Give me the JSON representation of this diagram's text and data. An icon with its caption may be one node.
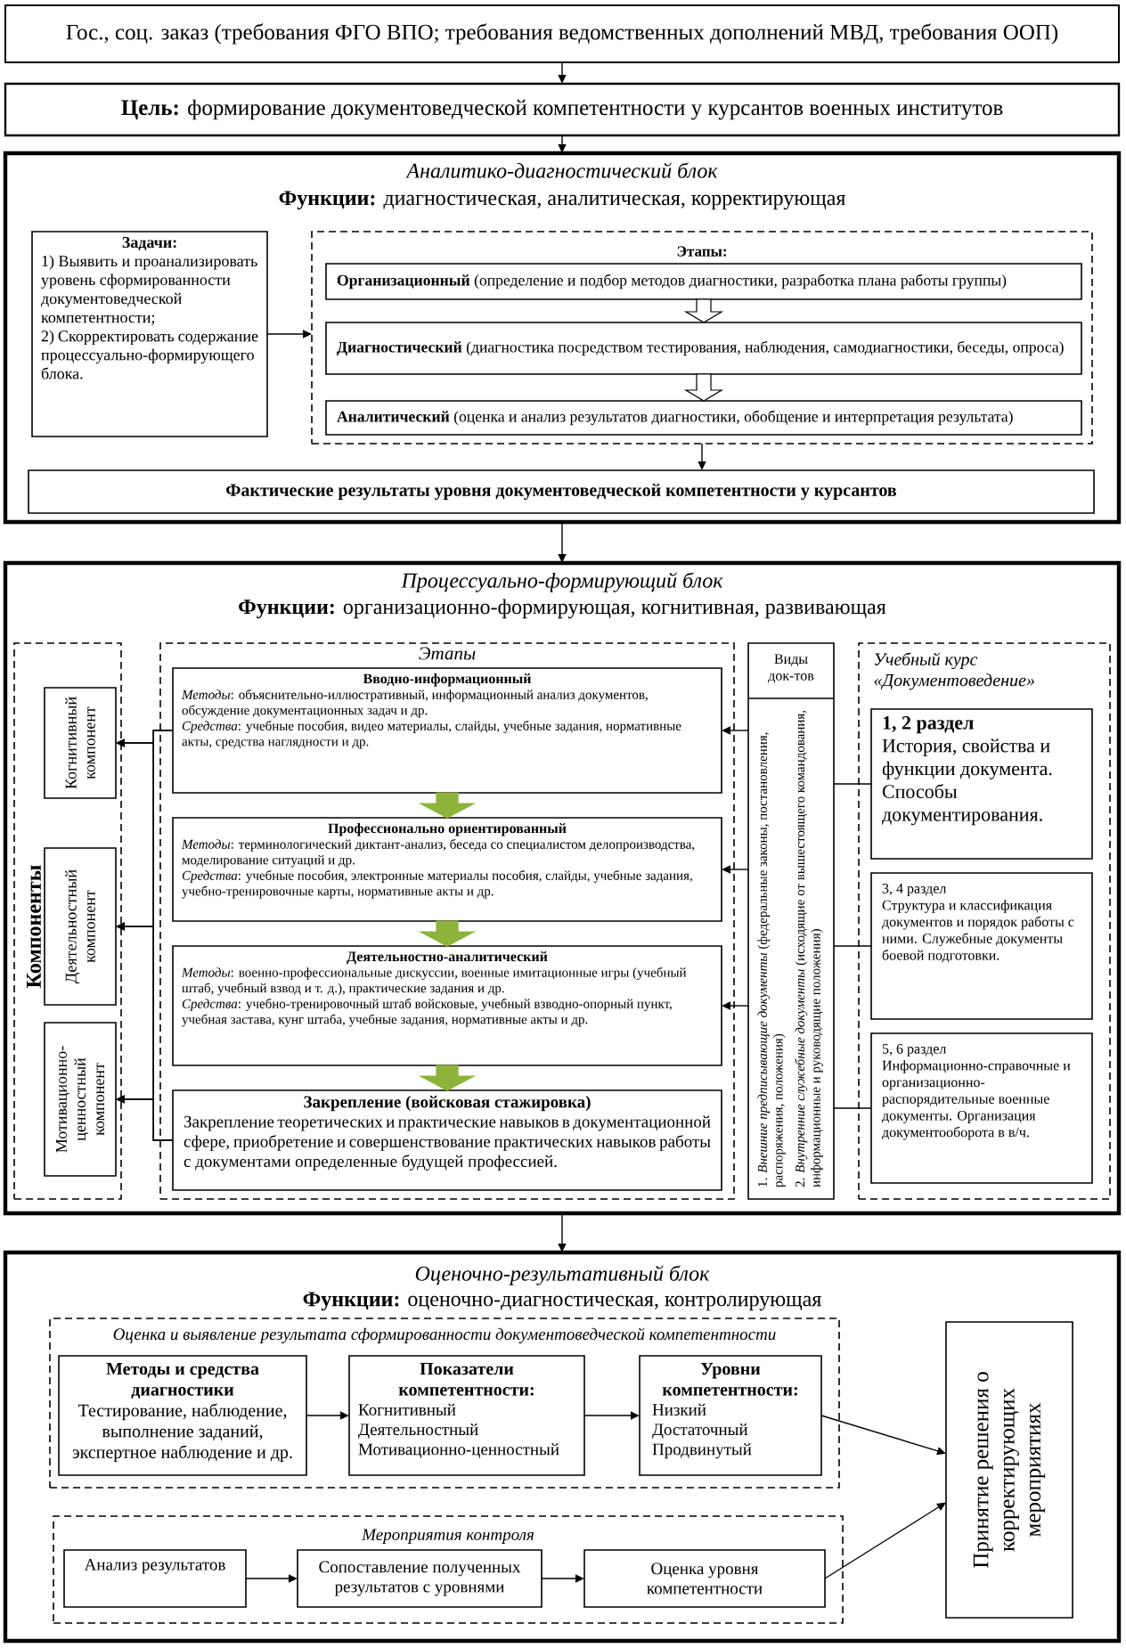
{
  "diagram": {
    "nodes": [
      {
        "text": [
          "Гос., соц. заказ (требования ФГО ВПО; требования ведомственных дополнений МВД, требования ООП)"
        ]
      },
      {
        "text": [
          "**Цель:** формирование документоведческой компетентности у курсантов военных институтов"
        ]
      },
      {
        "text": [
          "Аналитико-диагностический блок",
          "**Функции:** диагностическая, аналитическая, корректирующая"
        ]
      },
      {
        "text": [
          "Задачи:",
          "1) Выявить и проанализировать уровень сформированности документоведческой компетентности;",
          "2) Скорректировать содержание процессуально-формирующего блока."
        ],
        "in": 2
      },
      {
        "text": [
          "Этапы:"
        ],
        "in": 2
      },
      {
        "text": [
          "**Организационный** (определение и подбор методов диагностики, разработка плана работы группы)"
        ],
        "in": 4
      },
      {
        "text": [
          "**Диагностический** (диагностика посредством тестирования, наблюдения, самодиагностики, беседы, опроса)"
        ],
        "in": 4
      },
      {
        "text": [
          "**Аналитический** (оценка и анализ результатов диагностики, обобщение и интерпретация результата)"
        ],
        "in": 4
      },
      {
        "text": [
          "Фактические результаты уровня документоведческой компетентности у курсантов"
        ],
        "in": 2
      },
      {
        "text": [
          "Процессуально-формирующий блок",
          "**Функции:** организационно-формирующая, когнитивная, развивающая"
        ]
      },
      {
        "text": [
          "Компоненты"
        ],
        "in": 9
      },
      {
        "text": [
          "Когнитивный компонент"
        ],
        "in": 10
      },
      {
        "text": [
          "Деятельностный компонент"
        ],
        "in": 10
      },
      {
        "text": [
          "Мотивационно-ценностный компонент"
        ],
        "in": 10
      },
      {
        "text": [
          "Этапы"
        ],
        "in": 9
      },
      {
        "text": [
          "Вводно-информационный",
          "*Методы*: объяснительно-иллюстративный, информационный анализ документов, обсуждение документационных задач и др.",
          "*Средства*: учебные пособия, видео материалы, слайды, учебные задания, нормативные акты, средства наглядности и др."
        ],
        "in": 14
      },
      {
        "text": [
          "Профессионально ориентированный",
          "*Методы*: терминологический диктант-анализ, беседа со специалистом делопроизводства, моделирование ситуаций и др.",
          "*Средства*: учебные пособия, электронные материалы пособия, слайды, учебные задания, учебно-тренировочные карты, нормативные акты и др."
        ],
        "in": 14
      },
      {
        "text": [
          "Деятельностно-аналитический",
          "*Методы*: военно-профессиональные дискуссии, военные имитационные игры (учебный штаб, учебный взвод и т. д.), практические задания и др.",
          "*Средства*: учебно-тренировочный штаб войсковые, учебный взводно-опорный пункт, учебная застава, кунг штаба, учебные задания, нормативные акты и др."
        ],
        "in": 14
      },
      {
        "text": [
          "Закрепление (войсковая стажировка)",
          "Закрепление теоретических и практические навыков в документационной сфере, приобретение и совершенствование практических навыков работы с документами определенные будущей профессией."
        ],
        "in": 14
      },
      {
        "text": [
          "Виды док-тов",
          "1. *Внешние предписывающие документы* (федеральные законы, постановления, распоряжения, положения)",
          "2. *Внутренние служебные документы* (исходящие от вышестоящего командования, информационные и руководящие положения)"
        ],
        "in": 9
      },
      {
        "text": [
          "Учебный курс «Документоведение»"
        ],
        "in": 9
      },
      {
        "text": [
          "1, 2 раздел",
          "История, свойства и функции документа. Способы документирования."
        ],
        "in": 20
      },
      {
        "text": [
          "3, 4 раздел",
          "Структура и классификация документов и порядок работы с ними. Служебные документы боевой подготовки."
        ],
        "in": 20
      },
      {
        "text": [
          "5, 6 раздел",
          "Информационно-справочные и организационно-распорядительные военные документы. Организация документооборота в в/ч."
        ],
        "in": 20
      },
      {
        "text": [
          "Оценочно-результативный блок",
          "**Функции:** оценочно-диагностическая, контролирующая"
        ]
      },
      {
        "text": [
          "Оценка и выявление результата сформированности документоведческой компетентности"
        ],
        "in": 24
      },
      {
        "text": [
          "Методы и средства диагностики",
          "Тестирование, наблюдение, выполнение заданий, экспертное наблюдение и др."
        ],
        "in": 25
      },
      {
        "text": [
          "Показатели компетентности:",
          "Когнитивный",
          "Деятельностный",
          "Мотивационно-ценностный"
        ],
        "in": 25
      },
      {
        "text": [
          "Уровни компетентности:",
          "Низкий",
          "Достаточный",
          "Продвинутый"
        ],
        "in": 25
      },
      {
        "text": [
          "Мероприятия контроля"
        ],
        "in": 24
      },
      {
        "text": [
          "Анализ результатов"
        ],
        "in": 29
      },
      {
        "text": [
          "Сопоставление полученных результатов с уровнями"
        ],
        "in": 29
      },
      {
        "text": [
          "Оценка уровня компетентности"
        ],
        "in": 29
      },
      {
        "text": [
          "Принятие решения о корректирующих мероприятиях"
        ],
        "in": 24
      }
    ],
    "edges": [
      {
        "from": 0,
        "to": 1,
        "arrow": "to"
      },
      {
        "from": 1,
        "to": 2,
        "arrow": "to"
      },
      {
        "from": 3,
        "to": 4,
        "arrow": "to"
      },
      {
        "from": 5,
        "to": 6,
        "arrow": "to",
        "style": "thick"
      },
      {
        "from": 6,
        "to": 7,
        "arrow": "to",
        "style": "thick"
      },
      {
        "from": 4,
        "to": 8,
        "arrow": "to"
      },
      {
        "from": 2,
        "to": 9,
        "arrow": "to"
      },
      {
        "from": 15,
        "to": 11,
        "arrow": "to"
      },
      {
        "from": 15,
        "to": 12,
        "arrow": "to"
      },
      {
        "from": 15,
        "to": 13,
        "arrow": "to"
      },
      {
        "from": 18,
        "to": 11,
        "arrow": "to"
      },
      {
        "from": 18,
        "to": 12,
        "arrow": "to"
      },
      {
        "from": 18,
        "to": 13,
        "arrow": "to"
      },
      {
        "from": 15,
        "to": 16,
        "arrow": "to",
        "style": "thick",
        "color": "#8db33a"
      },
      {
        "from": 16,
        "to": 17,
        "arrow": "to",
        "style": "thick",
        "color": "#8db33a"
      },
      {
        "from": 17,
        "to": 18,
        "arrow": "to",
        "style": "thick",
        "color": "#8db33a"
      },
      {
        "from": 19,
        "to": 15,
        "arrow": "to"
      },
      {
        "from": 19,
        "to": 16,
        "arrow": "to"
      },
      {
        "from": 19,
        "to": 17,
        "arrow": "to"
      },
      {
        "from": 21,
        "to": 19,
        "arrow": "none"
      },
      {
        "from": 22,
        "to": 19,
        "arrow": "none"
      },
      {
        "from": 23,
        "to": 19,
        "arrow": "none"
      },
      {
        "from": 9,
        "to": 24,
        "arrow": "to"
      },
      {
        "from": 26,
        "to": 27,
        "arrow": "to"
      },
      {
        "from": 27,
        "to": 28,
        "arrow": "to"
      },
      {
        "from": 28,
        "to": 33,
        "arrow": "to"
      },
      {
        "from": 30,
        "to": 31,
        "arrow": "to"
      },
      {
        "from": 31,
        "to": 32,
        "arrow": "to"
      },
      {
        "from": 32,
        "to": 33,
        "arrow": "to"
      }
    ]
  }
}
